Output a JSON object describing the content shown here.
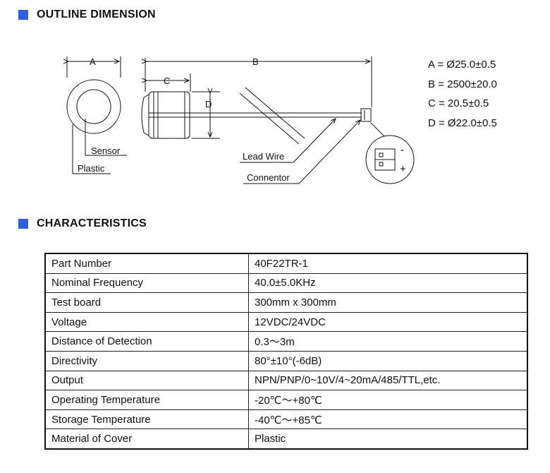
{
  "sections": {
    "outline_title": "OUTLINE DIMENSION",
    "characteristics_title": "CHARACTERISTICS"
  },
  "drawing": {
    "label_a": "A",
    "label_b": "B",
    "label_c": "C",
    "label_d": "D",
    "sensor_label": "Sensor",
    "plastic_label": "Plastic",
    "lead_wire_label": "Lead Wire",
    "connector_label": "Connentor",
    "minus_sign": "-",
    "plus_sign": "+"
  },
  "dimensions": [
    "A = Ø25.0±0.5",
    "B = 2500±20.0",
    "C = 20.5±0.5",
    "D = Ø22.0±0.5"
  ],
  "characteristics": [
    {
      "key": "Part Number",
      "value": "40F22TR-1"
    },
    {
      "key": "Nominal Frequency",
      "value": "40.0±5.0KHz"
    },
    {
      "key": "Test board",
      "value": "300mm x 300mm"
    },
    {
      "key": "Voltage",
      "value": "12VDC/24VDC"
    },
    {
      "key": "Distance of Detection",
      "value": "0.3～3m"
    },
    {
      "key": "Directivity",
      "value": "80°±10°(-6dB)"
    },
    {
      "key": "Output",
      "value": "NPN/PNP/0~10V/4~20mA/485/TTL,etc."
    },
    {
      "key": "Operating Temperature",
      "value": "-20℃～+80℃"
    },
    {
      "key": "Storage Temperature",
      "value": "-40℃～+85℃"
    },
    {
      "key": "Material of Cover",
      "value": "Plastic"
    }
  ],
  "colors": {
    "accent": "#2f5fe0",
    "line": "#111111"
  }
}
